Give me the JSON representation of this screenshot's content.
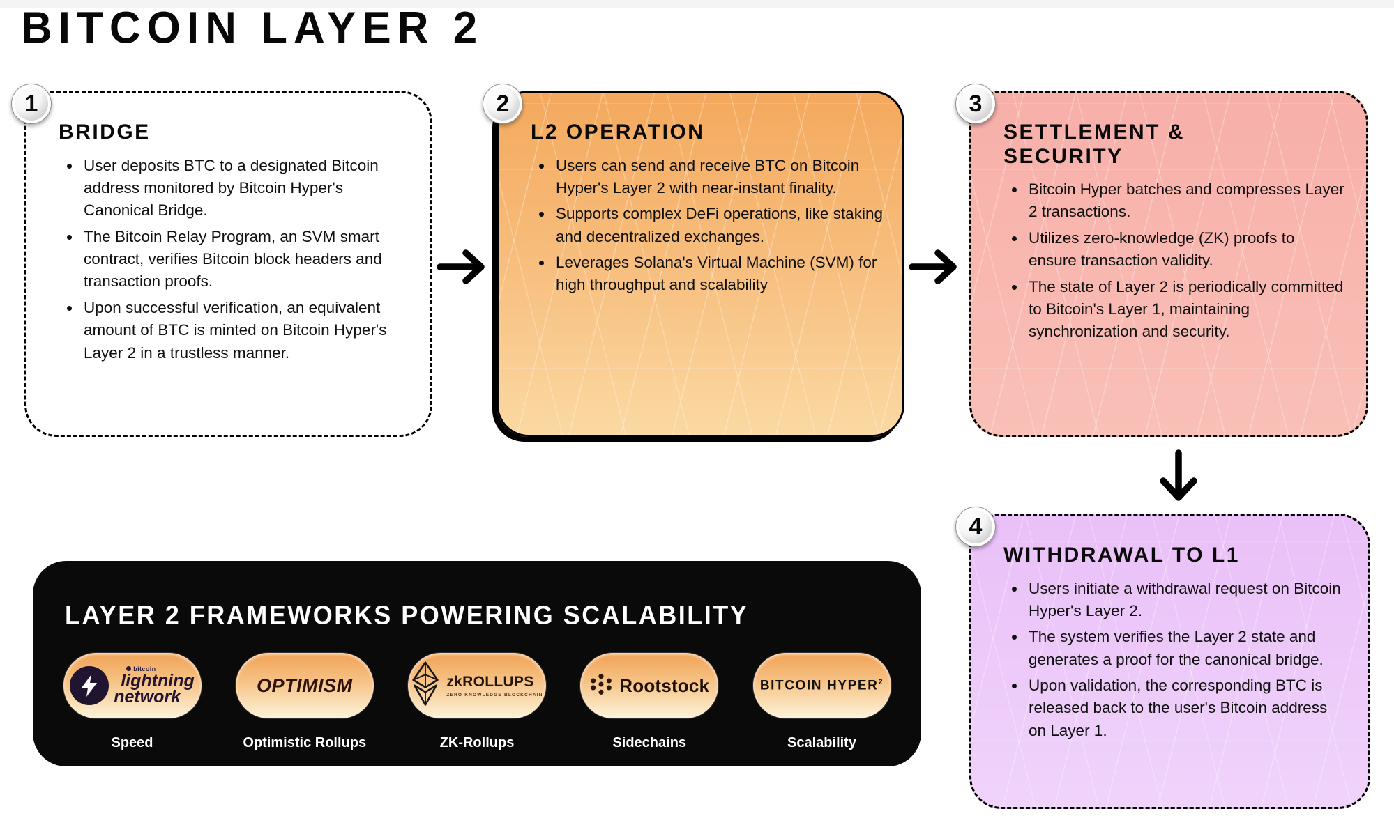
{
  "page": {
    "title": "BITCOIN LAYER 2"
  },
  "steps": [
    {
      "number": "1",
      "title": "BRIDGE",
      "bullets": [
        "User deposits BTC to a designated Bitcoin address monitored by Bitcoin Hyper's Canonical Bridge.",
        "The Bitcoin Relay Program, an SVM smart contract, verifies Bitcoin block headers and transaction proofs.",
        "Upon successful verification, an equivalent amount of BTC is minted on Bitcoin Hyper's Layer 2 in a trustless manner."
      ]
    },
    {
      "number": "2",
      "title": "L2 OPERATION",
      "bullets": [
        "Users can send and receive BTC on Bitcoin Hyper's Layer 2 with near-instant finality.",
        "Supports complex DeFi operations, like staking and decentralized exchanges.",
        "Leverages Solana's Virtual Machine (SVM) for high throughput and scalability"
      ]
    },
    {
      "number": "3",
      "title": "SETTLEMENT & SECURITY",
      "bullets": [
        "Bitcoin Hyper batches and compresses Layer 2 transactions.",
        "Utilizes zero-knowledge (ZK) proofs to ensure transaction validity.",
        "The state of Layer 2 is periodically committed to Bitcoin's Layer 1, maintaining synchronization and security."
      ]
    },
    {
      "number": "4",
      "title": "WITHDRAWAL TO L1",
      "bullets": [
        "Users initiate a withdrawal request on Bitcoin Hyper's Layer 2.",
        "The system verifies the Layer 2 state and generates a proof for the canonical bridge.",
        "Upon validation, the corresponding BTC is released back to the user's Bitcoin address on Layer 1."
      ]
    }
  ],
  "panel": {
    "heading": "LAYER 2 FRAMEWORKS POWERING SCALABILITY",
    "items": [
      {
        "name": "Lightning Network",
        "mark": "bitcoin",
        "word1": "lightning",
        "word2": "network",
        "label": "Speed"
      },
      {
        "name": "Optimism",
        "logo_text": "OPTIMISM",
        "label": "Optimistic Rollups"
      },
      {
        "name": "ZK Rollups",
        "logo_text": "zkROLLUPS",
        "subtext": "ZERO KNOWLEDGE BLOCKCHAIN",
        "label": "ZK-Rollups"
      },
      {
        "name": "Rootstock",
        "logo_text": "Rootstock",
        "label": "Sidechains"
      },
      {
        "name": "Bitcoin Hyper",
        "logo_text": "BITCOIN HYPER",
        "sup": "2",
        "label": "Scalability"
      }
    ]
  },
  "colors": {
    "orange_box": "#f4a95d",
    "pink_box": "#f7afa9",
    "purple_box": "#e9c0f8",
    "panel_bg": "#0a0a0a",
    "pill_top": "#f0a256",
    "pill_bottom": "#fdf3da",
    "ink": "#0a0a0a"
  }
}
